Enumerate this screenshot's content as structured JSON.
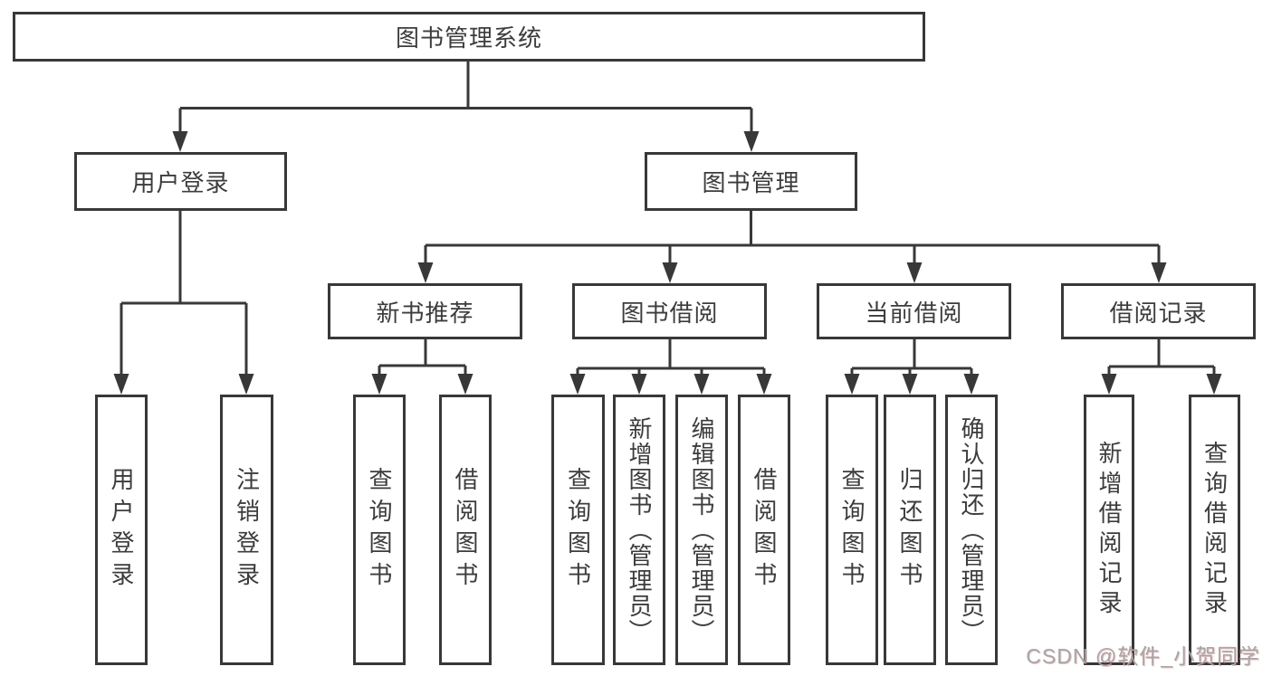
{
  "diagram": {
    "root": "图书管理系统",
    "level2": {
      "user_login": "用户登录",
      "book_management": "图书管理"
    },
    "level3": {
      "new_book_recommend": "新书推荐",
      "book_borrow": "图书借阅",
      "current_borrow": "当前借阅",
      "borrow_record": "借阅记录"
    },
    "leaves": {
      "user_login": [
        "用户登录",
        "注销登录"
      ],
      "new_book_recommend": [
        "查询图书",
        "借阅图书"
      ],
      "book_borrow": [
        "查询图书",
        "新增图书（管理员）",
        "编辑图书（管理员）",
        "借阅图书"
      ],
      "current_borrow": [
        "查询图书",
        "归还图书",
        "确认归还（管理员）"
      ],
      "borrow_record": [
        "新增借阅记录",
        "查询借阅记录"
      ]
    }
  },
  "watermark": "CSDN @软件_小贺同学",
  "colors": {
    "line": "#383838",
    "text": "#3c3c3c",
    "background": "#ffffff",
    "watermark": "#a6a6a6"
  }
}
